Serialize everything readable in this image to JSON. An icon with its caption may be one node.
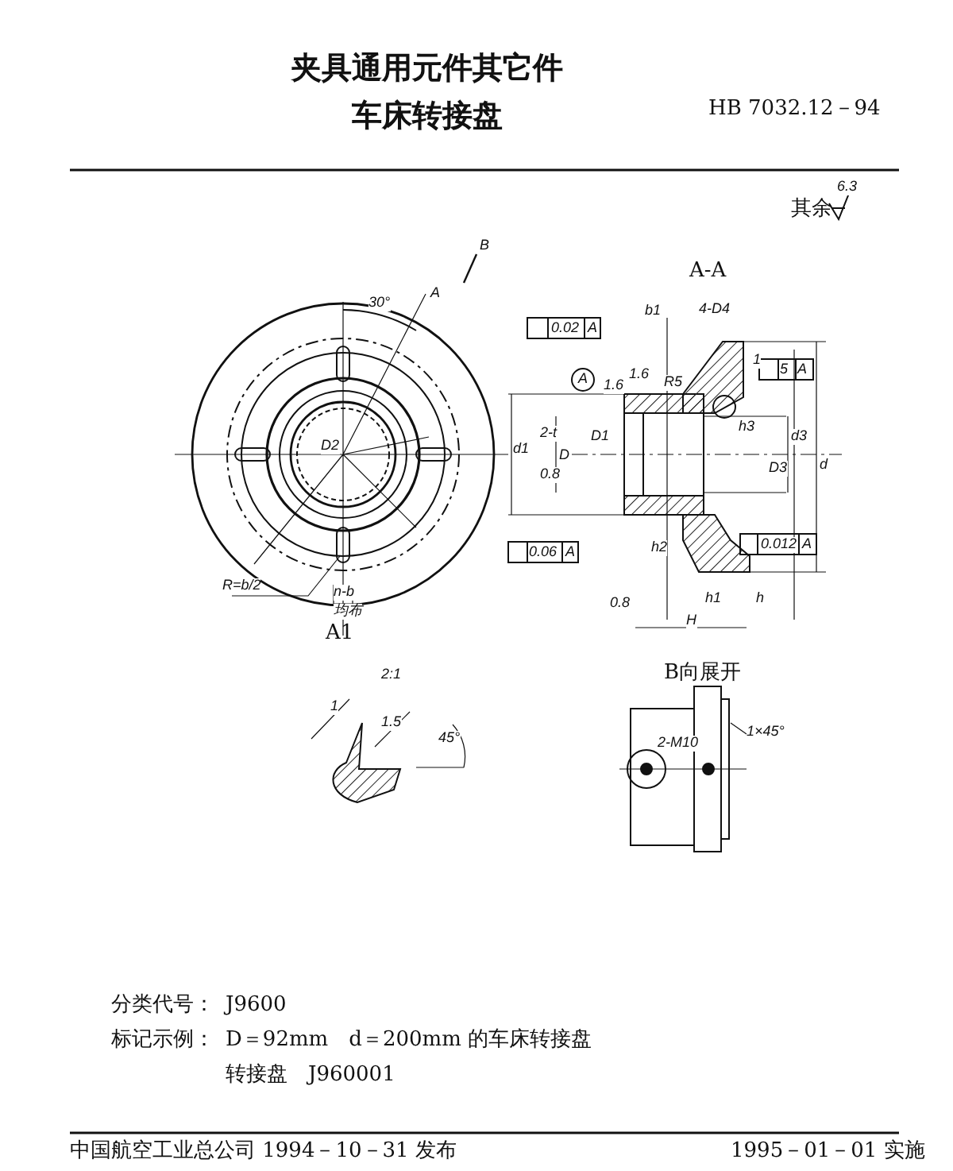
{
  "diagram": {
    "title": "夹具通用元件其它件车床转接盘",
    "labels": [
      "HB 7032.12－94",
      "其余",
      "6.3",
      "B",
      "A",
      "30°",
      "D2",
      "R=b/2",
      "n-b",
      "均布",
      "A1",
      "A-A",
      "b1",
      "4-D4",
      "0.02",
      "A",
      "1.6",
      "R5",
      "1",
      "5",
      "A",
      "A",
      "1.6",
      "2-t",
      "D",
      "D1",
      "d1",
      "0.8",
      "h3",
      "D3",
      "d3",
      "d",
      "0.06",
      "A",
      "h2",
      "0.012",
      "A",
      "h1",
      "h",
      "0.8",
      "H",
      "2:1",
      "1",
      "1.5",
      "45°",
      "B向展开",
      "2-M10",
      "1×45°",
      "分类代号：",
      "J9600",
      "标记示例：",
      "D＝92mm　d＝200mm 的车床转接盘",
      "转接盘　J960001",
      "中国航空工业总公司 1994－10－31 发布",
      "1995－01－01 实施"
    ]
  }
}
